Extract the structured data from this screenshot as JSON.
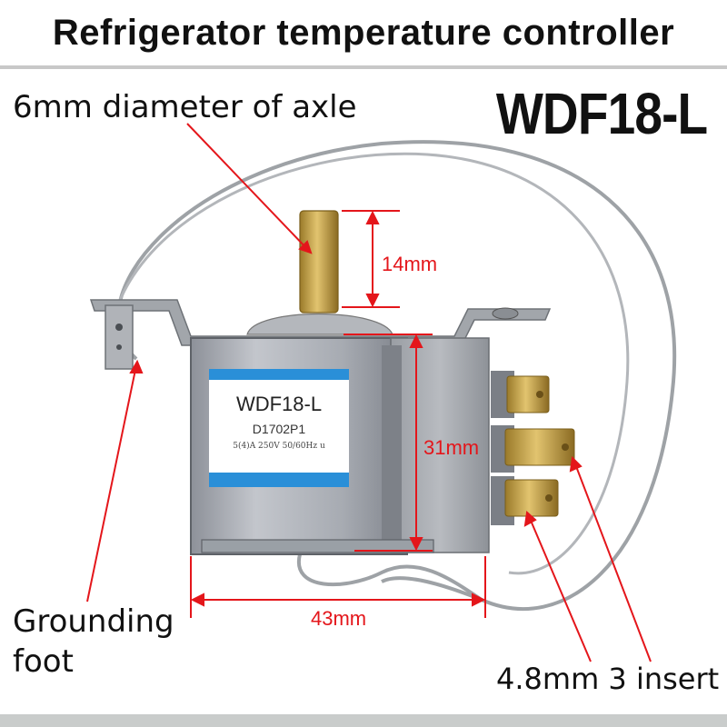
{
  "title": "Refrigerator temperature controller",
  "model": "WDF18-L",
  "labels": {
    "axle": "6mm diameter of axle",
    "grounding": "Grounding foot",
    "grounding_line1": "Grounding",
    "grounding_line2": "foot",
    "insert": "4.8mm 3 insert"
  },
  "dimensions": {
    "shaft_height": "14mm",
    "body_height": "31mm",
    "body_width": "43mm"
  },
  "sticker": {
    "model": "WDF18-L",
    "code": "D1702P1",
    "rating": "5(4)A 250V 50/60Hz u"
  },
  "colors": {
    "annotation": "#e4161b",
    "sticker_blue": "#2a8fd8",
    "metal_body": "#a9adb4",
    "terminal_brass": "#c8a24a"
  }
}
